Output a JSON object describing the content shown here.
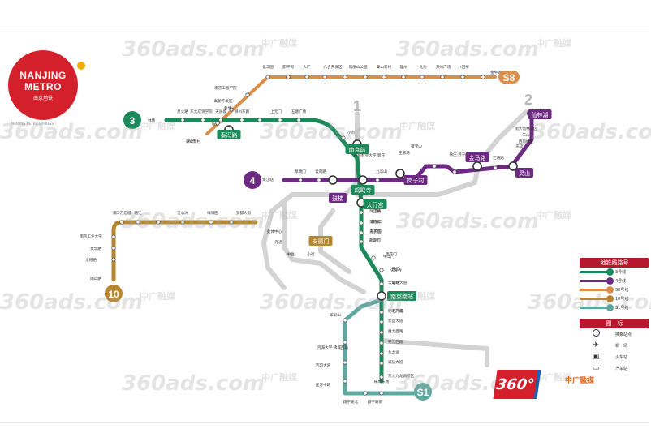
{
  "logo": {
    "line1": "NANJING",
    "line2": "METRO",
    "line3": "南京地铁",
    "subtitle": "NANJING METRO EXPRESS"
  },
  "watermark": {
    "text": "360ads.com",
    "cn": "中广融媒"
  },
  "brand": {
    "badge": "360°",
    "cn": "中广融媒"
  },
  "colors": {
    "line1": "#8a8a8a",
    "line2": "#6e2a83",
    "line3": "#1a8a5a",
    "line4": "#6e2a83",
    "line10": "#b8862f",
    "lineS1": "#5fa8a0",
    "lineS8": "#d98e4a",
    "inactive": "#d3d3d3",
    "hub": "#1a8a5a",
    "badge_red": "#b5192e"
  },
  "line_badges": [
    {
      "label": "3",
      "color": "#1a8a5a"
    },
    {
      "label": "4",
      "color": "#6e2a83"
    },
    {
      "label": "2",
      "color": "#b8b8b8"
    },
    {
      "label": "1",
      "color": "#b8b8b8"
    },
    {
      "label": "S8",
      "color": "#d98e4a"
    },
    {
      "label": "10",
      "color": "#b8862f"
    },
    {
      "label": "S1",
      "color": "#5fa8a0"
    }
  ],
  "hubs": [
    "南京站",
    "泰冯路",
    "鼓楼",
    "鸡鸣寺",
    "大行宫",
    "岗子村",
    "金马路",
    "仙林湖",
    "灵山",
    "安德门",
    "南京南站"
  ],
  "stations": {
    "s8": [
      "金牛湖",
      "八百桥",
      "方州广场",
      "龙池",
      "雄州",
      "泰山新村",
      "葛塘",
      "长芦",
      "大厂",
      "卸甲甸",
      "化工园",
      "六合开发区",
      "凤凰山公园",
      "临江"
    ],
    "line3": [
      "林场",
      "星火路",
      "东大成贤学院",
      "天润城",
      "柳州东路",
      "上元门",
      "五塘广场",
      "小市",
      "南京林业大学·新庄",
      "南京工程学院",
      "高新开发区",
      "泰山新村"
    ],
    "line4": [
      "龙江站",
      "草场门",
      "云南路",
      "九华山",
      "王家湾",
      "聚宝山",
      "徐庄·苏宁总部",
      "汇通路",
      "仙林湖",
      "南大仙林校区",
      "羊山",
      "西岗桦墅",
      "东流"
    ],
    "line1_main": [
      "珠江路",
      "新街口",
      "张府园",
      "三山街",
      "中华门",
      "安德门",
      "天隆寺",
      "软件大道",
      "花神庙"
    ],
    "line3_south": [
      "浮桥",
      "常府街",
      "夫子庙",
      "武定门",
      "雨花门",
      "卡子门",
      "大明路",
      "明发广场",
      "宏运大道",
      "胜太西路",
      "天元西路",
      "九龙湖",
      "诚信大道",
      "东大九龙湖校区",
      "秣周东路"
    ],
    "line10": [
      "雨山路",
      "文德路",
      "龙华路",
      "南京工业大学",
      "浦口万汇城",
      "临江",
      "江心洲",
      "绿博园",
      "梦都大街"
    ],
    "line2_west": [
      "元通",
      "奥体中心",
      "中胜",
      "小行"
    ],
    "lineS1": [
      "翠屏山",
      "河海大学·佛城西路",
      "吉印大道",
      "正方中路",
      "翔宇路北",
      "翔宇路南"
    ]
  },
  "legend": {
    "title": "地铁线路号",
    "lines": [
      {
        "label": "3号线",
        "chip": "3",
        "color": "#1a8a5a"
      },
      {
        "label": "4号线",
        "chip": "4",
        "color": "#6e2a83"
      },
      {
        "label": "S8号线",
        "chip": "S8",
        "color": "#d98e4a"
      },
      {
        "label": "10号线",
        "chip": "10",
        "color": "#b8862f"
      },
      {
        "label": "S1号线",
        "chip": "S1",
        "color": "#5fa8a0"
      }
    ],
    "icons_title": "图　标",
    "icons": [
      {
        "icon": "换乘站点",
        "label": "换乘站点",
        "glyph": "○"
      },
      {
        "icon": "机场",
        "label": "机　场",
        "glyph": "✈"
      },
      {
        "icon": "火车站",
        "label": "火车站",
        "glyph": "▣"
      },
      {
        "icon": "汽车站",
        "label": "汽车站",
        "glyph": "▭"
      }
    ]
  }
}
